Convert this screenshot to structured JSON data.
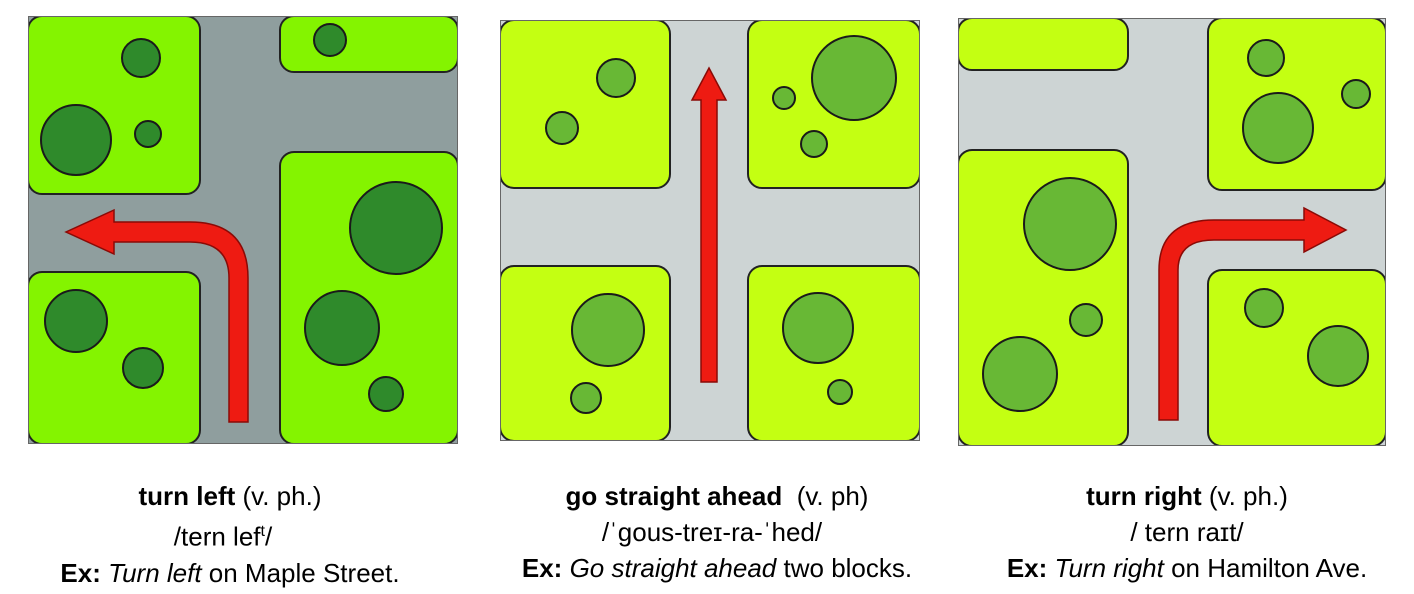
{
  "colors": {
    "panel1_grass": "#84f400",
    "panel2_grass": "#c4ff12",
    "panel3_grass": "#c4ff12",
    "panel1_road": "#8f9e9e",
    "panel2_road": "#cdd4d4",
    "panel3_road": "#cdd4d4",
    "tree_dark": "#2f8a2b",
    "tree_light": "#68b835",
    "arrow": "#ee1b12"
  },
  "cards": [
    {
      "term": "turn left",
      "pos": " (v. ph.)",
      "pron": "/tern lef",
      "pron_sup": "t",
      "pron_end": "/",
      "ex_label": "Ex:",
      "ex_phrase": "Turn left",
      "ex_rest": " on Maple Street."
    },
    {
      "term": "go straight ahead",
      "pos": "  (v. ph)",
      "pron": "/ˈgous-treɪ-ra-ˈhed/",
      "ex_label": "Ex:",
      "ex_phrase": "Go straight ahead",
      "ex_rest": " two blocks."
    },
    {
      "term": "turn right",
      "pos": " (v. ph.)",
      "pron": "/ tern raɪt/",
      "ex_label": "Ex:",
      "ex_phrase": "Turn right",
      "ex_rest": " on Hamilton Ave."
    }
  ]
}
